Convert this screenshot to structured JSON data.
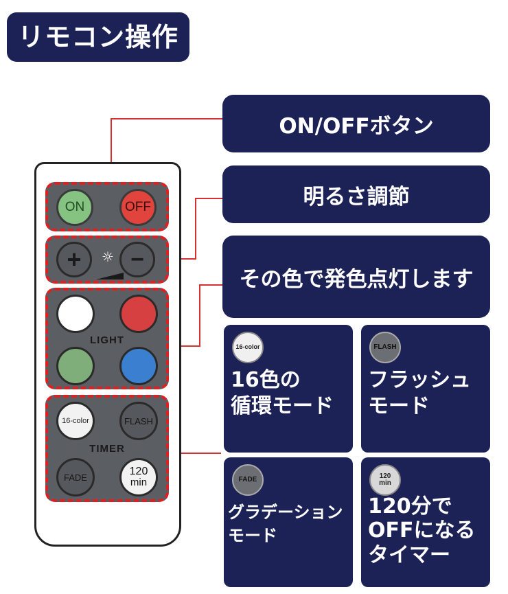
{
  "title": "リモコン操作",
  "labels": {
    "onoff": "ON/OFFボタン",
    "brightness": "明るさ調節",
    "color": "その色で発色点灯します"
  },
  "modes": [
    {
      "button": "16-color",
      "text_line1": "16色の",
      "text_line2": "循環モード"
    },
    {
      "button": "FLASH",
      "text_line1": "フラッシュ",
      "text_line2": "モード"
    },
    {
      "button": "FADE",
      "text_line1": "グラデーション",
      "text_line2": "モード"
    },
    {
      "button_line1": "120",
      "button_line2": "min",
      "text_line1": "120分で",
      "text_line2": "OFFになる",
      "text_line3": "タイマー"
    }
  ],
  "remote": {
    "on_label": "ON",
    "off_label": "OFF",
    "plus_symbol": "+",
    "minus_symbol": "−",
    "sun_symbol": "☼",
    "light_label": "LIGHT",
    "timer_label": "TIMER",
    "color16_label": "16-color",
    "flash_label": "FLASH",
    "fade_label": "FADE",
    "timer_btn_line1": "120",
    "timer_btn_line2": "min"
  },
  "colors": {
    "navy": "#1c2156",
    "dash_red": "#e02020",
    "leader_red": "#d83030",
    "on_green": "#7fbf7b",
    "off_red": "#e0443c",
    "light_white": "#ffffff",
    "light_red": "#d64040",
    "light_green": "#7fae7a",
    "light_blue": "#3a7fd0"
  }
}
